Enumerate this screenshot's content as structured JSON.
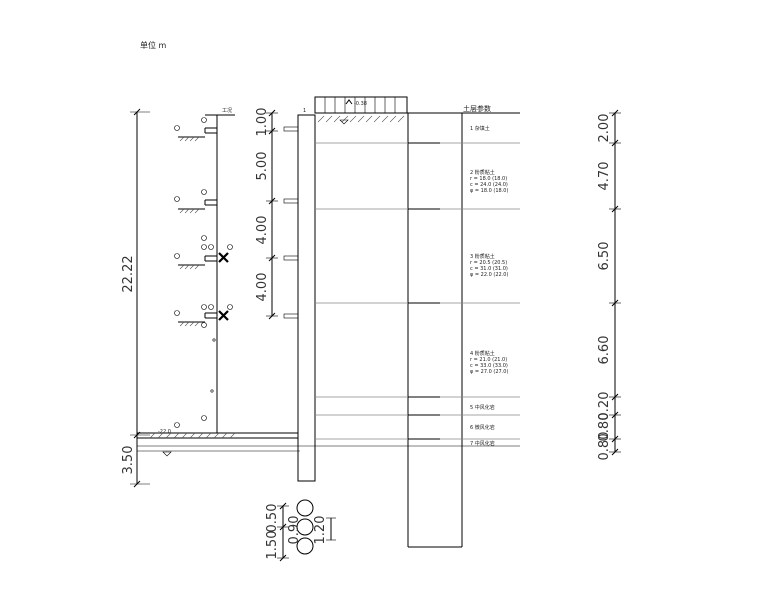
{
  "unit_label": "单位 m",
  "left_dims": {
    "total": "22.22",
    "lower": "3.50"
  },
  "anchor_dims": [
    "1.00",
    "5.00",
    "4.00",
    "4.00"
  ],
  "pile_dims": {
    "a": "1.50",
    "b": "0.50",
    "c": "0.90",
    "d": "1.20"
  },
  "surcharge_label": "-0.38",
  "column_header": "土层参数",
  "layer_labels": {
    "l1": [
      "1 杂填土"
    ],
    "l2": [
      "2 粉质粘土",
      "r = 18.0 (18.0)",
      "c = 24.0 (24.0)",
      "φ = 18.0 (18.0)"
    ],
    "l3": [
      "3 粉质粘土",
      "r = 20.5 (20.5)",
      "c = 31.0 (31.0)",
      "φ = 22.0 (22.0)"
    ],
    "l4": [
      "4 粉质粘土",
      "r = 21.0 (21.0)",
      "c = 33.0 (33.0)",
      "φ = 27.0 (27.0)"
    ],
    "l5": [
      "5 中风化岩"
    ],
    "l6": [
      "6 微风化岩"
    ],
    "l7": [
      "7 中风化岩"
    ]
  },
  "right_dims": [
    "2.00",
    "4.70",
    "6.50",
    "6.60",
    "0.20",
    "0.80",
    "0.80"
  ],
  "left_annot": {
    "top": "工况",
    "bottom": "-22.0"
  }
}
